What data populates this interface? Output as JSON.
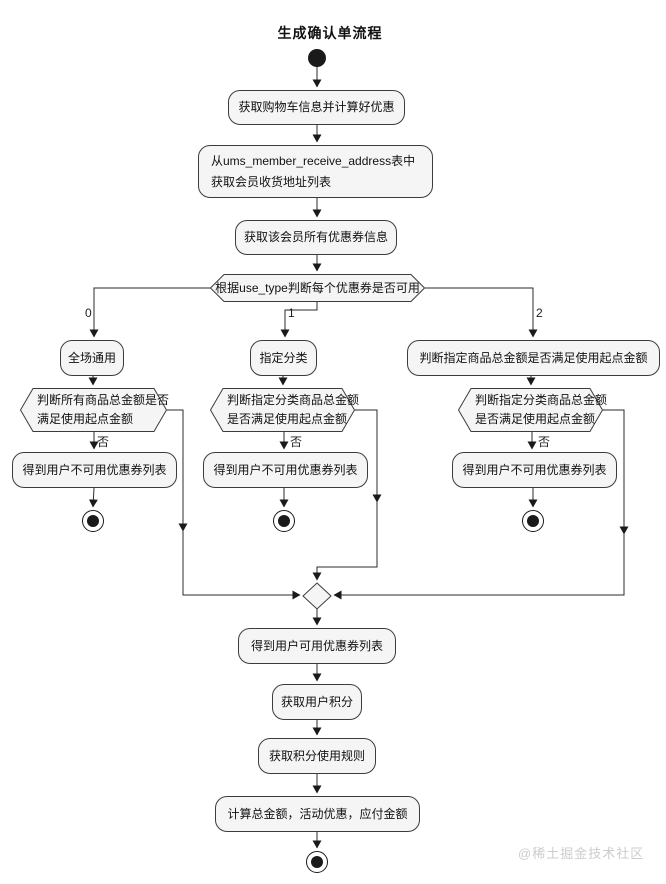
{
  "title": "生成确认单流程",
  "colors": {
    "node_fill": "#f5f5f5",
    "node_border": "#3c3c3c",
    "line": "#2b2b2b",
    "watermark": "#cccccc"
  },
  "flow": {
    "step_cart": "获取购物车信息并计算好优惠",
    "step_address_line1": "从ums_member_receive_address表中",
    "step_address_line2": "获取会员收货地址列表",
    "step_coupons": "获取该会员所有优惠券信息",
    "decision_use_type": "根据use_type判断每个优惠券是否可用",
    "branch_labels": {
      "all": "0",
      "category": "1",
      "product": "2"
    },
    "branch_all": "全场通用",
    "branch_category": "指定分类",
    "branch_product": "判断指定商品总金额是否满足使用起点金额",
    "decision_all_line1": "判断所有商品总金额是否",
    "decision_all_line2": "满足使用起点金额",
    "decision_category_line1": "判断指定分类商品总金额",
    "decision_category_line2": "是否满足使用起点金额",
    "no_label": "否",
    "step_unavailable": "得到用户不可用优惠券列表",
    "step_available": "得到用户可用优惠券列表",
    "step_points": "获取用户积分",
    "step_points_rule": "获取积分使用规则",
    "step_calc": "计算总金额，活动优惠，应付金额"
  },
  "watermark": "@稀土掘金技术社区"
}
